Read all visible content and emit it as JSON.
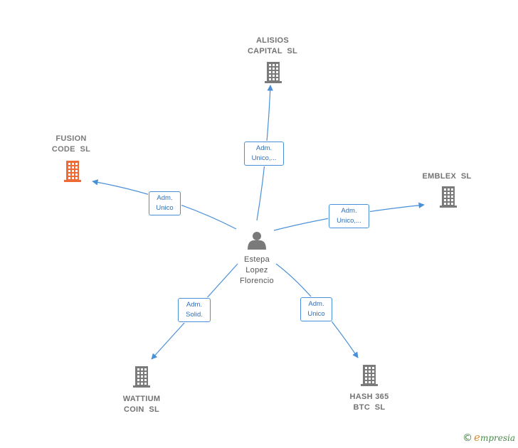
{
  "center": {
    "name": "Estepa\nLopez\nFlorencio",
    "icon": "person-icon"
  },
  "companies": [
    {
      "id": "alisios",
      "name": "ALISIOS\nCAPITAL  SL",
      "role": "Adm.\nUnico,...",
      "highlight": false
    },
    {
      "id": "fusion",
      "name": "FUSION\nCODE  SL",
      "role": "Adm.\nUnico",
      "highlight": true
    },
    {
      "id": "emblex",
      "name": "EMBLEX  SL",
      "role": "Adm.\nUnico,...",
      "highlight": false
    },
    {
      "id": "wattium",
      "name": "WATTIUM\nCOIN  SL",
      "role": "Adm.\nSolid.",
      "highlight": false
    },
    {
      "id": "hash",
      "name": "HASH 365\nBTC  SL",
      "role": "Adm.\nUnico",
      "highlight": false
    }
  ],
  "brand": {
    "copyright": "©",
    "initial": "e",
    "rest": "mpresia"
  },
  "colors": {
    "edge": "#4a90d9",
    "building": "#7a7a7a",
    "building_highlight": "#f06a35",
    "person": "#7a7a7a"
  }
}
